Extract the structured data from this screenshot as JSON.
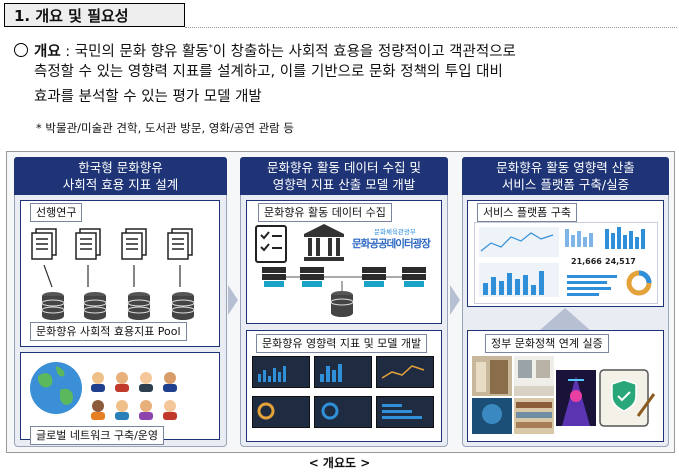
{
  "section": {
    "number_title": "1. 개요 및 필요성"
  },
  "overview": {
    "label": "개요",
    "line1_a": " : 국민의 문화 향유 활동",
    "footnote_mark": "*",
    "line1_b": "이 창출하는 사회적 효용을 정량적이고 객관적으로",
    "line2": "측정할 수 있는 영향력 지표를 설계하고, 이를 기반으로 문화 정책의 투입 대비",
    "line3": "효과를 분석할 수 있는 평가 모델 개발"
  },
  "footnote": "* 박물관/미술관 견학, 도서관 방문, 영화/공연 관람 등",
  "diagram": {
    "col1": {
      "title_l1": "한국형 문화향유",
      "title_l2": "사회적 효용 지표 설계",
      "tag_research": "선행연구",
      "tag_pool": "문화향유 사회적 효용지표 Pool",
      "tag_network": "글로벌 네트워크 구축/운영"
    },
    "col2": {
      "title_l1": "문화향유 활동 데이터 수집 및",
      "title_l2": "영향력 지표 산출 모델 개발",
      "tag_collect": "문화향유 활동 데이터 수집",
      "logo_small": "문화체육관광부",
      "logo_main": "문화공공데이터광장",
      "tag_model": "문화향유 영향력 지표 및 모델 개발"
    },
    "col3": {
      "title_l1": "문화향유 활동 영향력 산출",
      "title_l2": "서비스 플랫폼 구축/실증",
      "tag_platform": "서비스 플랫폼 구축",
      "dash_num1": "21,666",
      "dash_num2": "24,517",
      "tag_policy": "정부 문화정책 연계 실증"
    },
    "colors": {
      "header": "#1e3477",
      "accent": "#2f8fd8"
    }
  },
  "caption": "< 개요도 >"
}
